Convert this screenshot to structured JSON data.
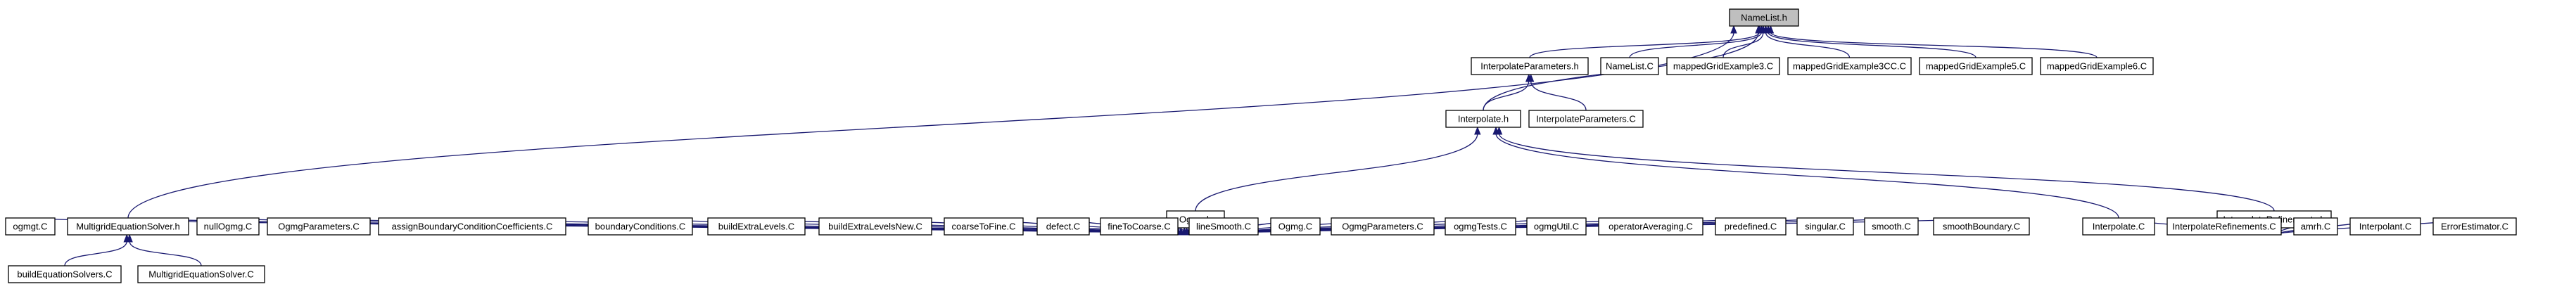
{
  "graph": {
    "nodes": [
      {
        "id": "NameList_h",
        "label": "NameList.h",
        "root": true
      },
      {
        "id": "InterpolateParameters_h",
        "label": "InterpolateParameters.h"
      },
      {
        "id": "NameList_C",
        "label": "NameList.C"
      },
      {
        "id": "mappedGridExample3_C",
        "label": "mappedGridExample3.C"
      },
      {
        "id": "mappedGridExample3CC_C",
        "label": "mappedGridExample3CC.C"
      },
      {
        "id": "mappedGridExample5_C",
        "label": "mappedGridExample5.C"
      },
      {
        "id": "mappedGridExample6_C",
        "label": "mappedGridExample6.C"
      },
      {
        "id": "Interpolate_h",
        "label": "Interpolate.h"
      },
      {
        "id": "InterpolateParameters_C",
        "label": "InterpolateParameters.C"
      },
      {
        "id": "Ogmg_h",
        "label": "Ogmg.h"
      },
      {
        "id": "InterpolateRefinements_h",
        "label": "InterpolateRefinements.h"
      },
      {
        "id": "ogmgt_C",
        "label": "ogmgt.C"
      },
      {
        "id": "MultigridEquationSolver_h",
        "label": "MultigridEquationSolver.h"
      },
      {
        "id": "nullOgmg_C",
        "label": "nullOgmg.C"
      },
      {
        "id": "OgmgParameters_C_1",
        "label": "OgmgParameters.C"
      },
      {
        "id": "assignBoundaryConditionCoefficients_C",
        "label": "assignBoundaryConditionCoefficients.C"
      },
      {
        "id": "boundaryConditions_C",
        "label": "boundaryConditions.C"
      },
      {
        "id": "buildExtraLevels_C",
        "label": "buildExtraLevels.C"
      },
      {
        "id": "buildExtraLevelsNew_C",
        "label": "buildExtraLevelsNew.C"
      },
      {
        "id": "coarseToFine_C",
        "label": "coarseToFine.C"
      },
      {
        "id": "defect_C",
        "label": "defect.C"
      },
      {
        "id": "fineToCoarse_C",
        "label": "fineToCoarse.C"
      },
      {
        "id": "lineSmooth_C",
        "label": "lineSmooth.C"
      },
      {
        "id": "Ogmg_C",
        "label": "Ogmg.C"
      },
      {
        "id": "OgmgParameters_C_2",
        "label": "OgmgParameters.C"
      },
      {
        "id": "ogmgTests_C",
        "label": "ogmgTests.C"
      },
      {
        "id": "ogmgUtil_C",
        "label": "ogmgUtil.C"
      },
      {
        "id": "operatorAveraging_C",
        "label": "operatorAveraging.C"
      },
      {
        "id": "predefined_C",
        "label": "predefined.C"
      },
      {
        "id": "singular_C",
        "label": "singular.C"
      },
      {
        "id": "smooth_C",
        "label": "smooth.C"
      },
      {
        "id": "smoothBoundary_C",
        "label": "smoothBoundary.C"
      },
      {
        "id": "Interpolate_C",
        "label": "Interpolate.C"
      },
      {
        "id": "InterpolateRefinements_C",
        "label": "InterpolateRefinements.C"
      },
      {
        "id": "amrh_C",
        "label": "amrh.C"
      },
      {
        "id": "Interpolant_C",
        "label": "Interpolant.C"
      },
      {
        "id": "ErrorEstimator_C",
        "label": "ErrorEstimator.C"
      },
      {
        "id": "buildEquationSolvers_C",
        "label": "buildEquationSolvers.C"
      },
      {
        "id": "MultigridEquationSolver_C",
        "label": "MultigridEquationSolver.C"
      }
    ],
    "edges": [
      {
        "from": "NameList_h",
        "to": "InterpolateParameters_h"
      },
      {
        "from": "NameList_h",
        "to": "NameList_C"
      },
      {
        "from": "NameList_h",
        "to": "mappedGridExample3_C"
      },
      {
        "from": "NameList_h",
        "to": "mappedGridExample3CC_C"
      },
      {
        "from": "NameList_h",
        "to": "mappedGridExample5_C"
      },
      {
        "from": "NameList_h",
        "to": "mappedGridExample6_C"
      },
      {
        "from": "NameList_h",
        "to": "Interpolate_h"
      },
      {
        "from": "NameList_h",
        "to": "MultigridEquationSolver_h"
      },
      {
        "from": "InterpolateParameters_h",
        "to": "Interpolate_h"
      },
      {
        "from": "InterpolateParameters_h",
        "to": "InterpolateParameters_C"
      },
      {
        "from": "Interpolate_h",
        "to": "Ogmg_h"
      },
      {
        "from": "Interpolate_h",
        "to": "InterpolateRefinements_h"
      },
      {
        "from": "Interpolate_h",
        "to": "Interpolate_C"
      },
      {
        "from": "Ogmg_h",
        "to": "ogmgt_C"
      },
      {
        "from": "Ogmg_h",
        "to": "MultigridEquationSolver_h"
      },
      {
        "from": "Ogmg_h",
        "to": "nullOgmg_C"
      },
      {
        "from": "Ogmg_h",
        "to": "OgmgParameters_C_1"
      },
      {
        "from": "Ogmg_h",
        "to": "assignBoundaryConditionCoefficients_C"
      },
      {
        "from": "Ogmg_h",
        "to": "boundaryConditions_C"
      },
      {
        "from": "Ogmg_h",
        "to": "buildExtraLevels_C"
      },
      {
        "from": "Ogmg_h",
        "to": "buildExtraLevelsNew_C"
      },
      {
        "from": "Ogmg_h",
        "to": "coarseToFine_C"
      },
      {
        "from": "Ogmg_h",
        "to": "defect_C"
      },
      {
        "from": "Ogmg_h",
        "to": "fineToCoarse_C"
      },
      {
        "from": "Ogmg_h",
        "to": "lineSmooth_C"
      },
      {
        "from": "Ogmg_h",
        "to": "Ogmg_C"
      },
      {
        "from": "Ogmg_h",
        "to": "OgmgParameters_C_2"
      },
      {
        "from": "Ogmg_h",
        "to": "ogmgTests_C"
      },
      {
        "from": "Ogmg_h",
        "to": "ogmgUtil_C"
      },
      {
        "from": "Ogmg_h",
        "to": "operatorAveraging_C"
      },
      {
        "from": "Ogmg_h",
        "to": "predefined_C"
      },
      {
        "from": "Ogmg_h",
        "to": "singular_C"
      },
      {
        "from": "Ogmg_h",
        "to": "smooth_C"
      },
      {
        "from": "Ogmg_h",
        "to": "smoothBoundary_C"
      },
      {
        "from": "InterpolateRefinements_h",
        "to": "Interpolate_C"
      },
      {
        "from": "InterpolateRefinements_h",
        "to": "InterpolateRefinements_C"
      },
      {
        "from": "InterpolateRefinements_h",
        "to": "amrh_C"
      },
      {
        "from": "InterpolateRefinements_h",
        "to": "Interpolant_C"
      },
      {
        "from": "InterpolateRefinements_h",
        "to": "ErrorEstimator_C"
      },
      {
        "from": "MultigridEquationSolver_h",
        "to": "buildEquationSolvers_C"
      },
      {
        "from": "MultigridEquationSolver_h",
        "to": "MultigridEquationSolver_C"
      }
    ]
  }
}
